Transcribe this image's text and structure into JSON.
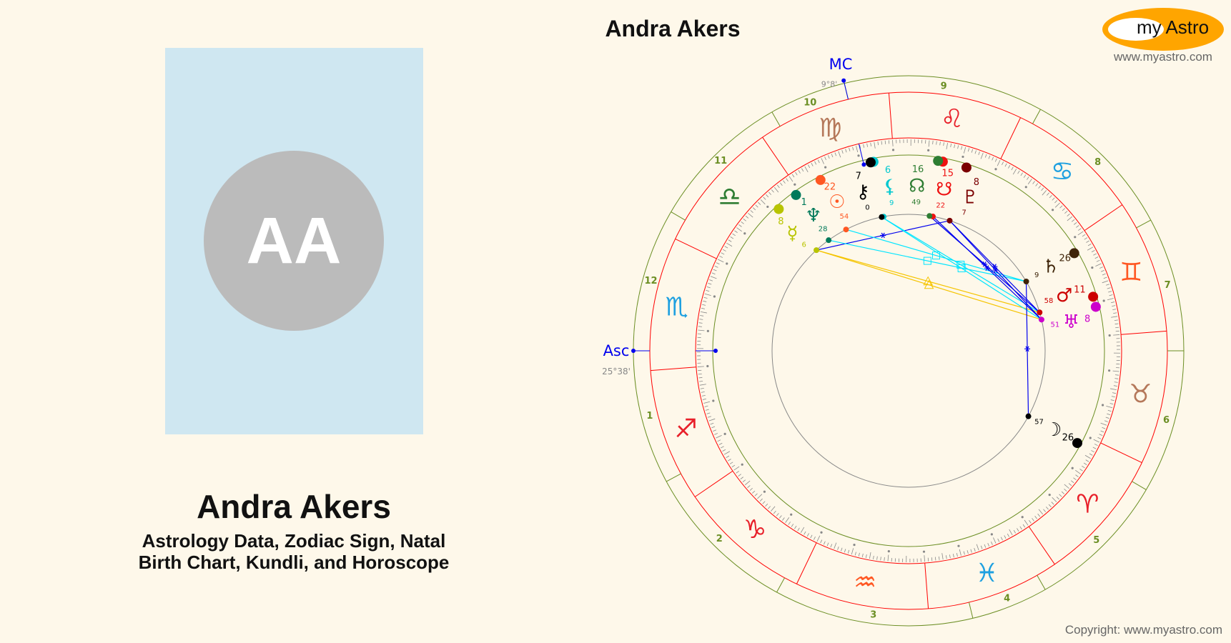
{
  "header": {
    "title": "Andra Akers"
  },
  "logo": {
    "text": "my Astro",
    "url_text": "www.myastro.com",
    "colors": {
      "ring": "#ffa500"
    }
  },
  "profile": {
    "initials": "AA",
    "name": "Andra Akers",
    "subtitle_line1": "Astrology Data, Zodiac Sign, Natal",
    "subtitle_line2": "Birth Chart, Kundli, and Horoscope"
  },
  "footer": {
    "copyright": "Copyright: www.myastro.com"
  },
  "chart": {
    "asc": {
      "label": "Asc",
      "degree_text": "25°38'",
      "longitude": 235.63
    },
    "mc": {
      "label": "MC",
      "degree_text": "9°8'",
      "longitude": 159.13
    },
    "house_cusps": [
      235.63,
      264,
      297,
      339.13,
      355.4,
      25.3,
      55.63,
      84,
      117,
      159.13,
      175.4,
      205.3
    ],
    "house_labels": [
      "1",
      "2",
      "3",
      "4",
      "5",
      "6",
      "7",
      "8",
      "9",
      "10",
      "11",
      "12"
    ],
    "signs": [
      {
        "name": "aries",
        "glyph": "♈",
        "color": "#e8202a"
      },
      {
        "name": "taurus",
        "glyph": "♉",
        "color": "#b5785a"
      },
      {
        "name": "gemini",
        "glyph": "♊",
        "color": "#ff5722"
      },
      {
        "name": "cancer",
        "glyph": "♋",
        "color": "#1ea0e0"
      },
      {
        "name": "leo",
        "glyph": "♌",
        "color": "#e8202a"
      },
      {
        "name": "virgo",
        "glyph": "♍",
        "color": "#b5785a"
      },
      {
        "name": "libra",
        "glyph": "♎",
        "color": "#2e7d32"
      },
      {
        "name": "scorpio",
        "glyph": "♏",
        "color": "#1ea0e0"
      },
      {
        "name": "sagittarius",
        "glyph": "♐",
        "color": "#e8202a"
      },
      {
        "name": "capricorn",
        "glyph": "♑",
        "color": "#e8202a"
      },
      {
        "name": "aquarius",
        "glyph": "♒",
        "color": "#ff5722"
      },
      {
        "name": "pisces",
        "glyph": "♓",
        "color": "#1ea0e0"
      }
    ],
    "planets": [
      {
        "name": "sun",
        "glyph": "☉",
        "deg": "22",
        "min": "54",
        "longitude": 172.9,
        "color": "#ff5722"
      },
      {
        "name": "neptune",
        "glyph": "♆",
        "deg": "1",
        "min": "28",
        "longitude": 181.47,
        "color": "#00795a"
      },
      {
        "name": "mercury",
        "glyph": "☿",
        "deg": "8",
        "min": "6",
        "longitude": 188.1,
        "color": "#b8c400"
      },
      {
        "name": "chiron",
        "glyph": "⚷",
        "deg": "7",
        "min": "0",
        "longitude": 157.0,
        "color": "#000000"
      },
      {
        "name": "lilith",
        "glyph": "⚸",
        "deg": "6",
        "min": "9",
        "longitude": 156.15,
        "color": "#00c8d0"
      },
      {
        "name": "north-node",
        "glyph": "☊",
        "deg": "16",
        "min": "49",
        "longitude": 136.82,
        "color": "#2e7d32"
      },
      {
        "name": "mean-node",
        "glyph": "☋",
        "deg": "15",
        "min": "22",
        "longitude": 135.37,
        "color": "#ee1111"
      },
      {
        "name": "pluto",
        "glyph": "♇",
        "deg": "8",
        "min": "7",
        "longitude": 128.12,
        "color": "#7b0000"
      },
      {
        "name": "saturn",
        "glyph": "♄",
        "deg": "26",
        "min": "9",
        "longitude": 86.15,
        "color": "#3e2308"
      },
      {
        "name": "mars",
        "glyph": "♂",
        "deg": "11",
        "min": "58",
        "longitude": 71.97,
        "color": "#cc0000"
      },
      {
        "name": "uranus",
        "glyph": "♅",
        "deg": "8",
        "min": "51",
        "longitude": 68.85,
        "color": "#cc00cc"
      },
      {
        "name": "moon",
        "glyph": "☽",
        "deg": "26",
        "min": "57",
        "longitude": 26.95,
        "color": "#000000"
      }
    ],
    "aspects": [
      {
        "a": "mercury",
        "b": "uranus",
        "type": "trine",
        "color": "#f5c400"
      },
      {
        "a": "mercury",
        "b": "mars",
        "type": "trine",
        "color": "#f5c400"
      },
      {
        "a": "mercury",
        "b": "pluto",
        "type": "sextile",
        "color": "#0000ee"
      },
      {
        "a": "sun",
        "b": "saturn",
        "type": "square",
        "color": "#00e5ff"
      },
      {
        "a": "neptune",
        "b": "saturn",
        "type": "square",
        "color": "#00e5ff"
      },
      {
        "a": "chiron",
        "b": "mars",
        "type": "square",
        "color": "#00e5ff"
      },
      {
        "a": "chiron",
        "b": "uranus",
        "type": "square",
        "color": "#00e5ff"
      },
      {
        "a": "north-node",
        "b": "mars",
        "type": "sextile",
        "color": "#0000ee"
      },
      {
        "a": "mean-node",
        "b": "uranus",
        "type": "sextile",
        "color": "#0000ee"
      },
      {
        "a": "pluto",
        "b": "uranus",
        "type": "sextile",
        "color": "#0000ee"
      },
      {
        "a": "pluto",
        "b": "mars",
        "type": "sextile",
        "color": "#0000ee"
      },
      {
        "a": "saturn",
        "b": "moon",
        "type": "sextile",
        "color": "#0000ee"
      }
    ]
  }
}
